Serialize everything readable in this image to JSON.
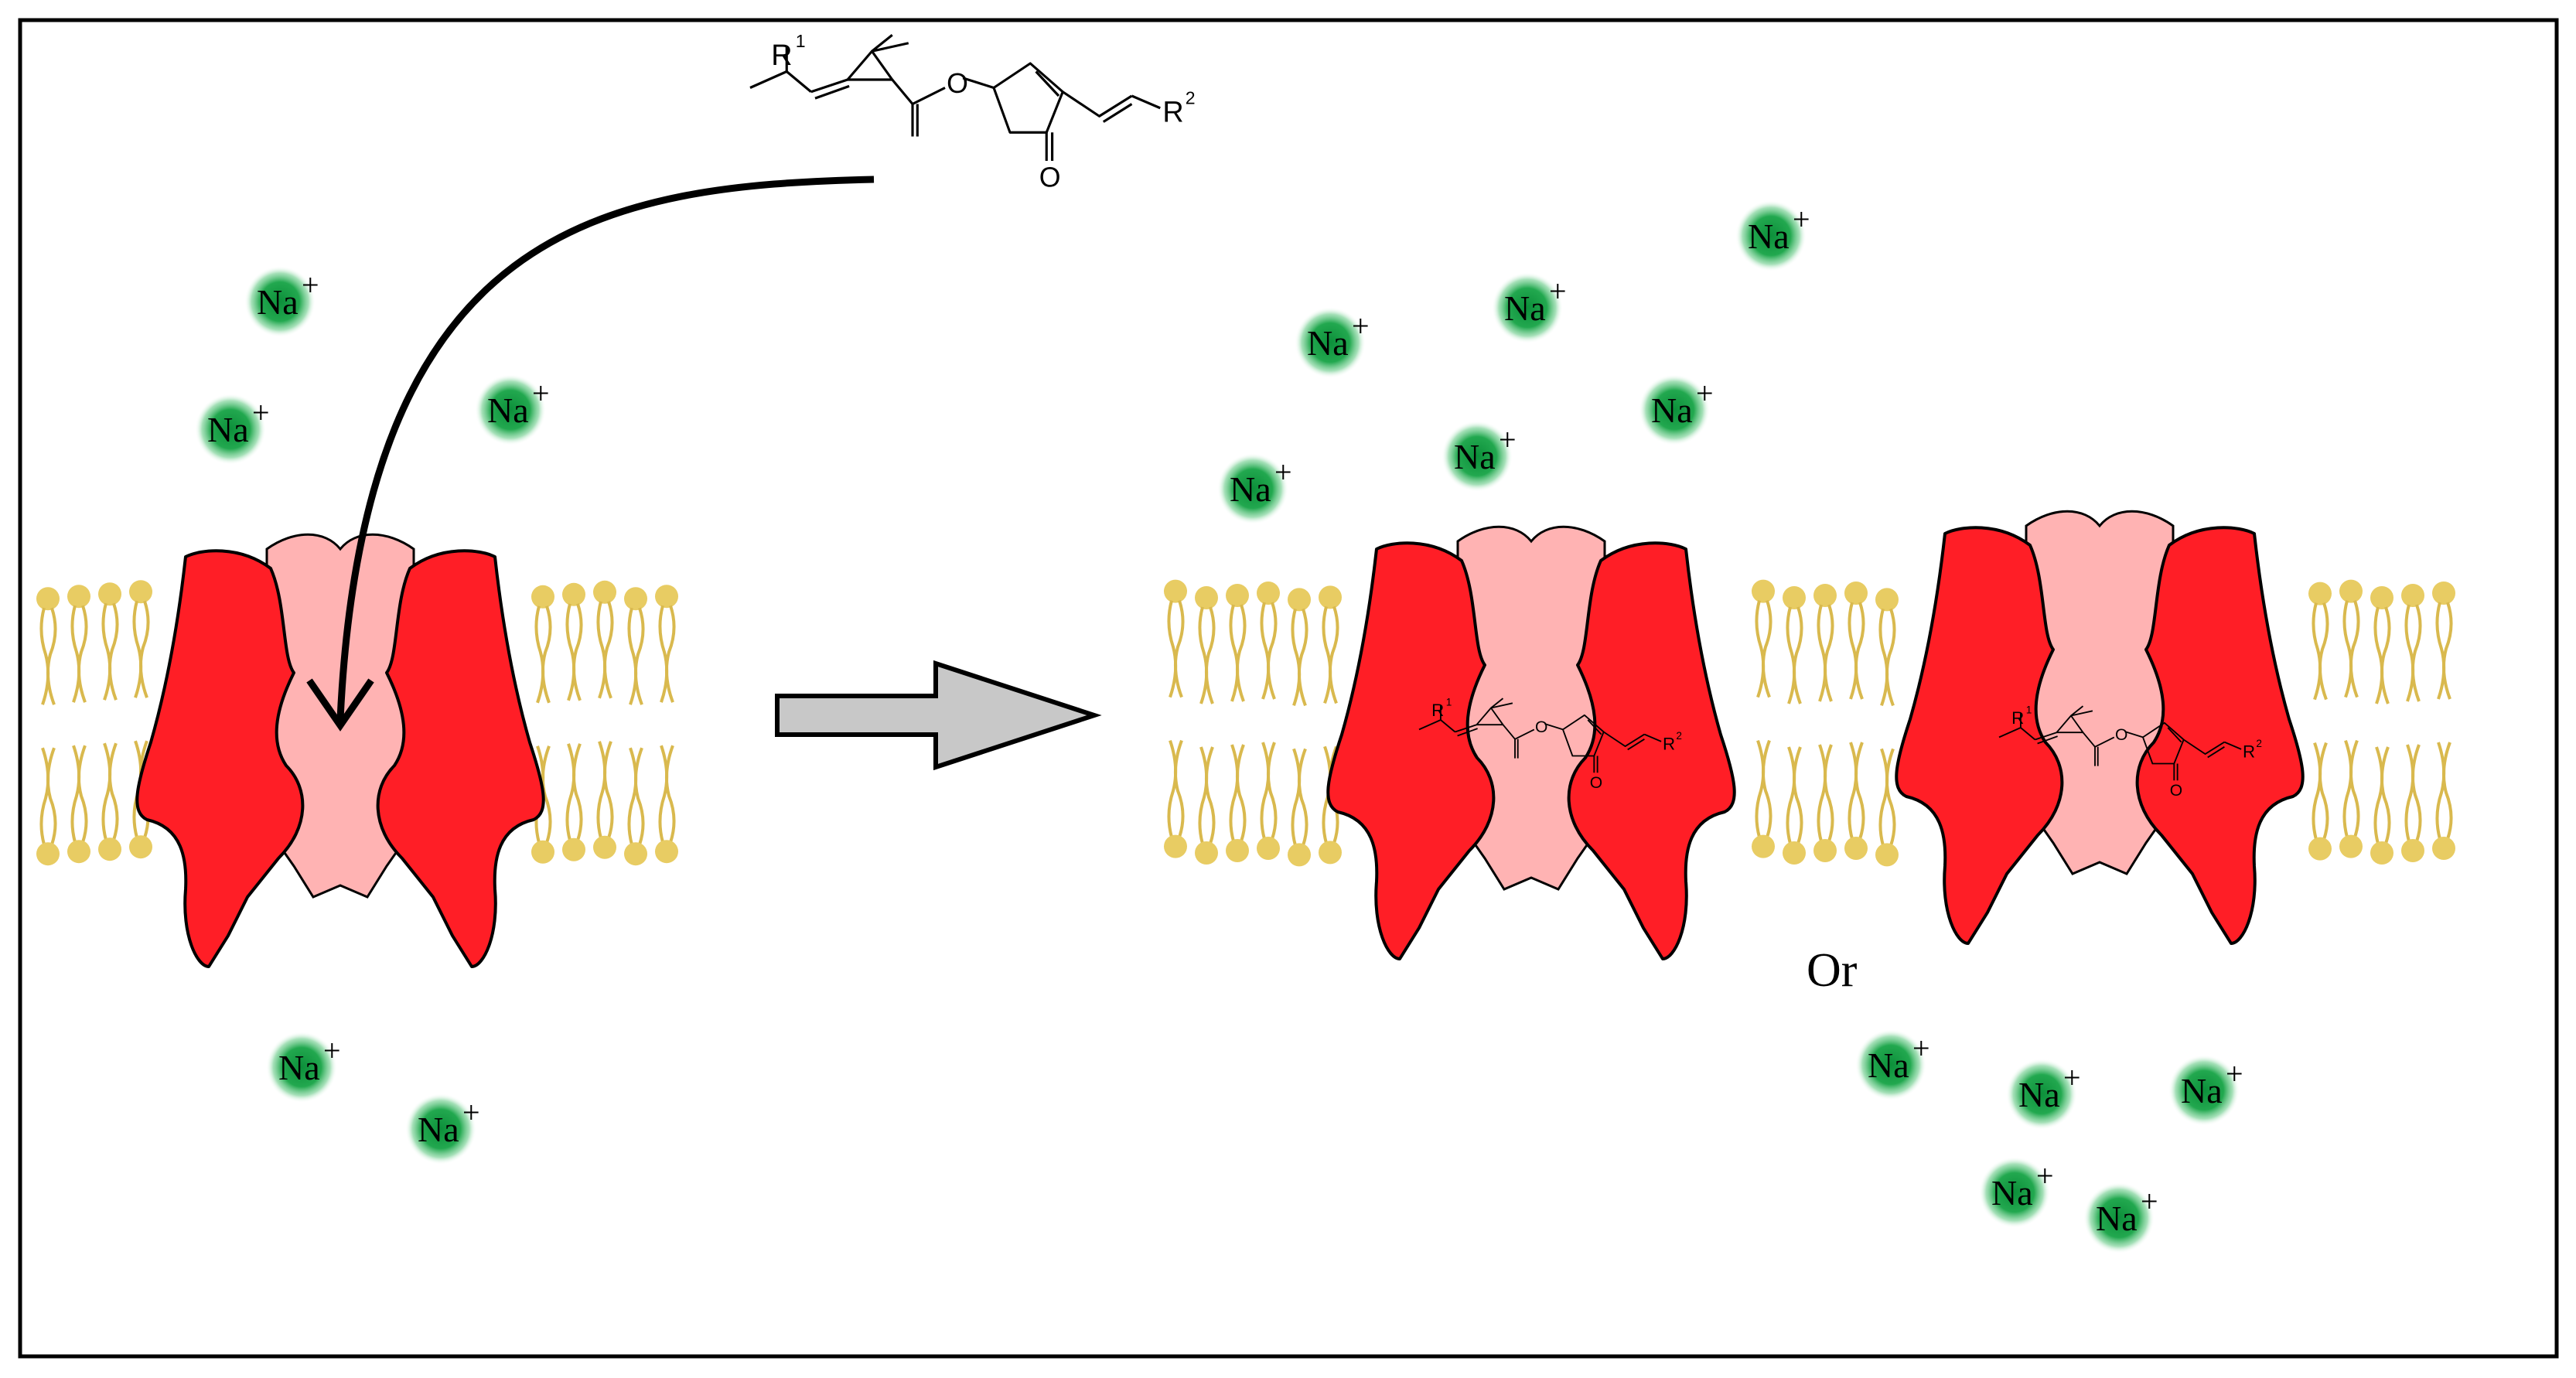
{
  "ion": {
    "symbol": "Na",
    "charge": "+"
  },
  "molecule": {
    "r1_base": "R",
    "r1_sup": "1",
    "r2_base": "R",
    "r2_sup": "2",
    "ester_o": "O",
    "ketone_o": "O"
  },
  "or_label": "Or",
  "colors": {
    "channel": "#ff1e26",
    "pore": "#ffb3b3",
    "lipid": "#e8cc63",
    "ion_glow": "#1ea34a",
    "arrow_fill": "#c8c8c8"
  },
  "icons": {
    "transition": "right-arrow-icon",
    "entry": "curved-arrow-icon"
  }
}
